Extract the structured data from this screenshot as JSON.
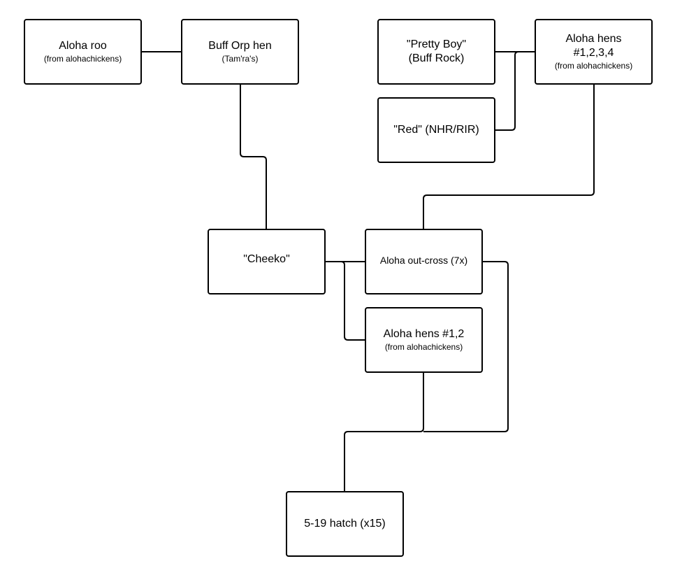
{
  "diagram": {
    "nodes": {
      "aloha_roo": {
        "title": "Aloha roo",
        "subtitle": "(from alohachickens)"
      },
      "buff_orp_hen": {
        "title": "Buff Orp hen",
        "subtitle": "(Tam'ra's)"
      },
      "pretty_boy": {
        "title_line1": "\"Pretty Boy\"",
        "title_line2": "(Buff Rock)"
      },
      "aloha_hens_1234": {
        "title_line1": "Aloha hens",
        "title_line2": "#1,2,3,4",
        "subtitle": "(from alohachickens)"
      },
      "red": {
        "title": "\"Red\" (NHR/RIR)"
      },
      "cheeko": {
        "title": "\"Cheeko\""
      },
      "aloha_outcross": {
        "title": "Aloha out-cross (7x)"
      },
      "aloha_hens_12": {
        "title": "Aloha hens #1,2",
        "subtitle": "(from alohachickens)"
      },
      "hatch": {
        "title": "5-19 hatch (x15)"
      }
    },
    "connections": [
      {
        "from": "aloha_roo",
        "to": "buff_orp_hen"
      },
      {
        "from": "pretty_boy",
        "to": "aloha_hens_1234"
      },
      {
        "from": "red",
        "to": "aloha_hens_1234"
      },
      {
        "from": "buff_orp_hen",
        "to": "cheeko"
      },
      {
        "from": "aloha_hens_1234",
        "to": "aloha_outcross"
      },
      {
        "from": "cheeko",
        "to": "aloha_outcross"
      },
      {
        "from": "cheeko",
        "to": "aloha_hens_12"
      },
      {
        "from": "aloha_hens_12",
        "to": "hatch"
      },
      {
        "from": "aloha_outcross",
        "to": "hatch"
      }
    ]
  }
}
